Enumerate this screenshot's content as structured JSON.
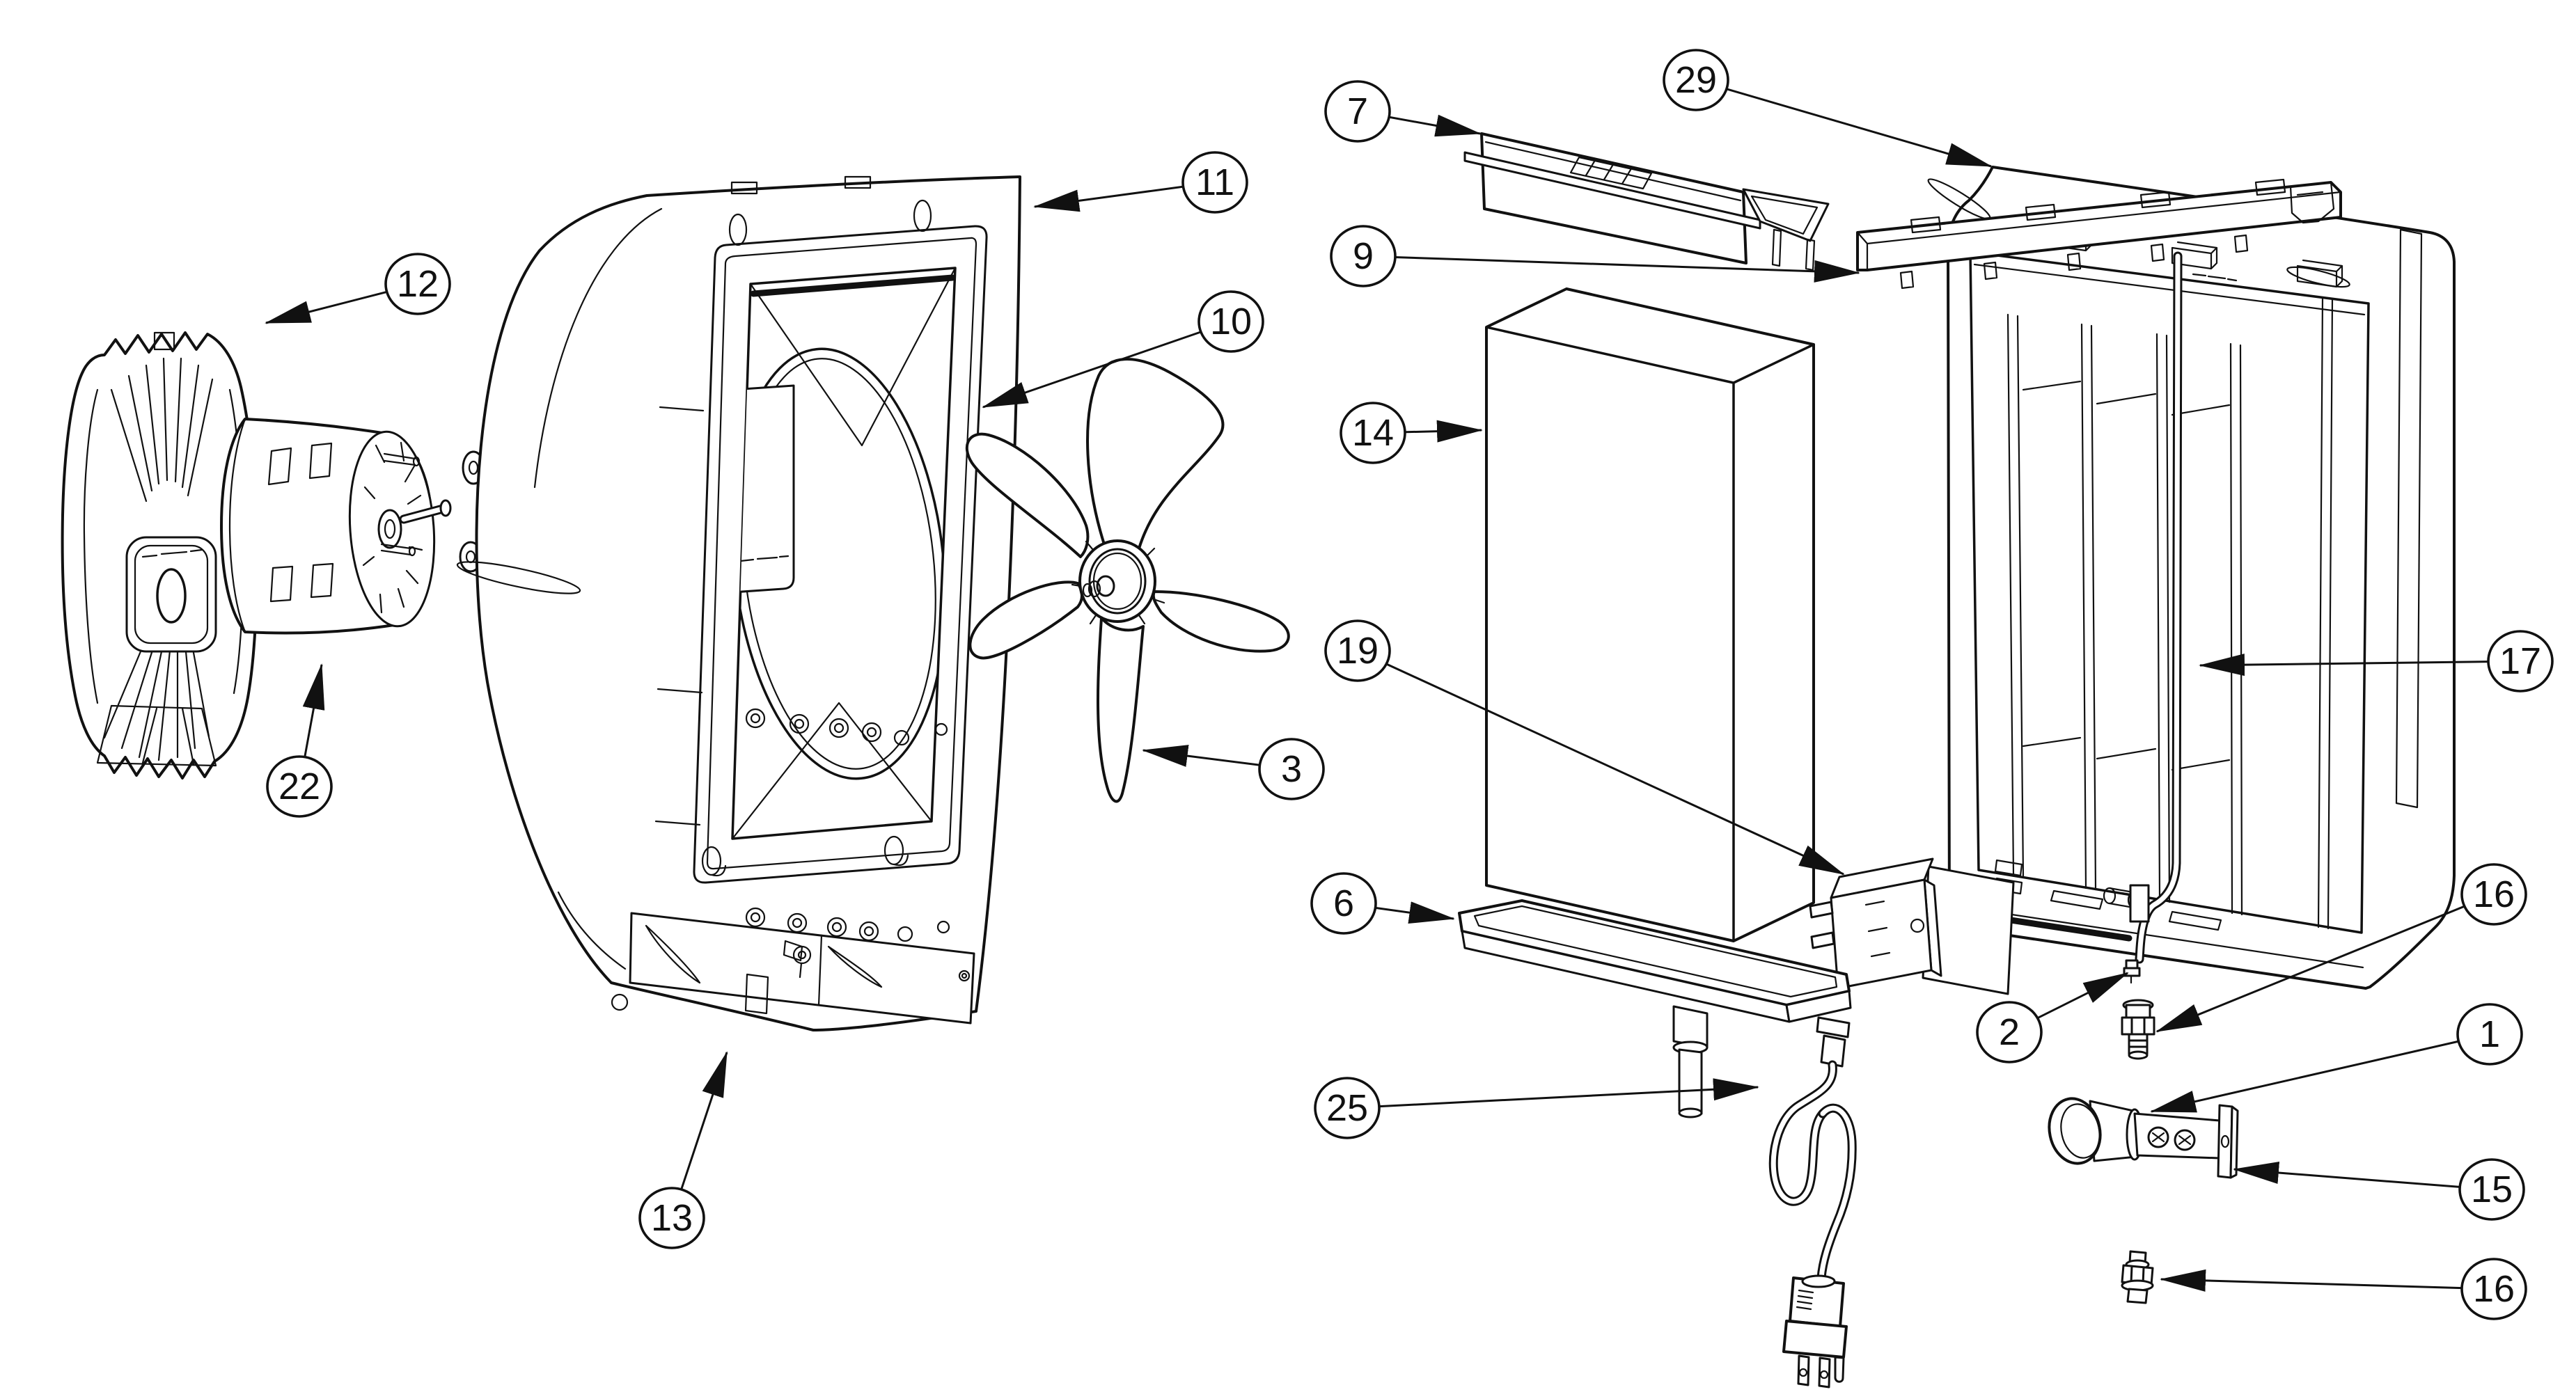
{
  "diagram": {
    "kind": "exploded-parts-diagram",
    "background_color": "#ffffff",
    "line_color": "#111111",
    "callouts": [
      {
        "id": "7",
        "label": "7",
        "depicts": "top-vent-tray"
      },
      {
        "id": "29",
        "label": "29",
        "depicts": "outer-housing-shell"
      },
      {
        "id": "9",
        "label": "9",
        "depicts": "top-mounting-rail"
      },
      {
        "id": "11",
        "label": "11",
        "depicts": "front-panel"
      },
      {
        "id": "12",
        "label": "12",
        "depicts": "fan-shroud"
      },
      {
        "id": "10",
        "label": "10",
        "depicts": "front-panel-frame"
      },
      {
        "id": "14",
        "label": "14",
        "depicts": "insulation-slab"
      },
      {
        "id": "22",
        "label": "22",
        "depicts": "fan-motor"
      },
      {
        "id": "3",
        "label": "3",
        "depicts": "fan-blade"
      },
      {
        "id": "19",
        "label": "19",
        "depicts": "switch-block"
      },
      {
        "id": "17",
        "label": "17",
        "depicts": "capillary-tube"
      },
      {
        "id": "6",
        "label": "6",
        "depicts": "drain-pan"
      },
      {
        "id": "16",
        "label": "16",
        "depicts": "compression-fitting-upper"
      },
      {
        "id": "2",
        "label": "2",
        "depicts": "tube-nut-screw"
      },
      {
        "id": "1",
        "label": "1",
        "depicts": "valve-assembly"
      },
      {
        "id": "25",
        "label": "25",
        "depicts": "power-cord"
      },
      {
        "id": "15",
        "label": "15",
        "depicts": "valve-bracket"
      },
      {
        "id": "16",
        "label": "16",
        "depicts": "compression-fitting-lower"
      },
      {
        "id": "13",
        "label": "13",
        "depicts": "lower-compartment-panel"
      }
    ]
  }
}
